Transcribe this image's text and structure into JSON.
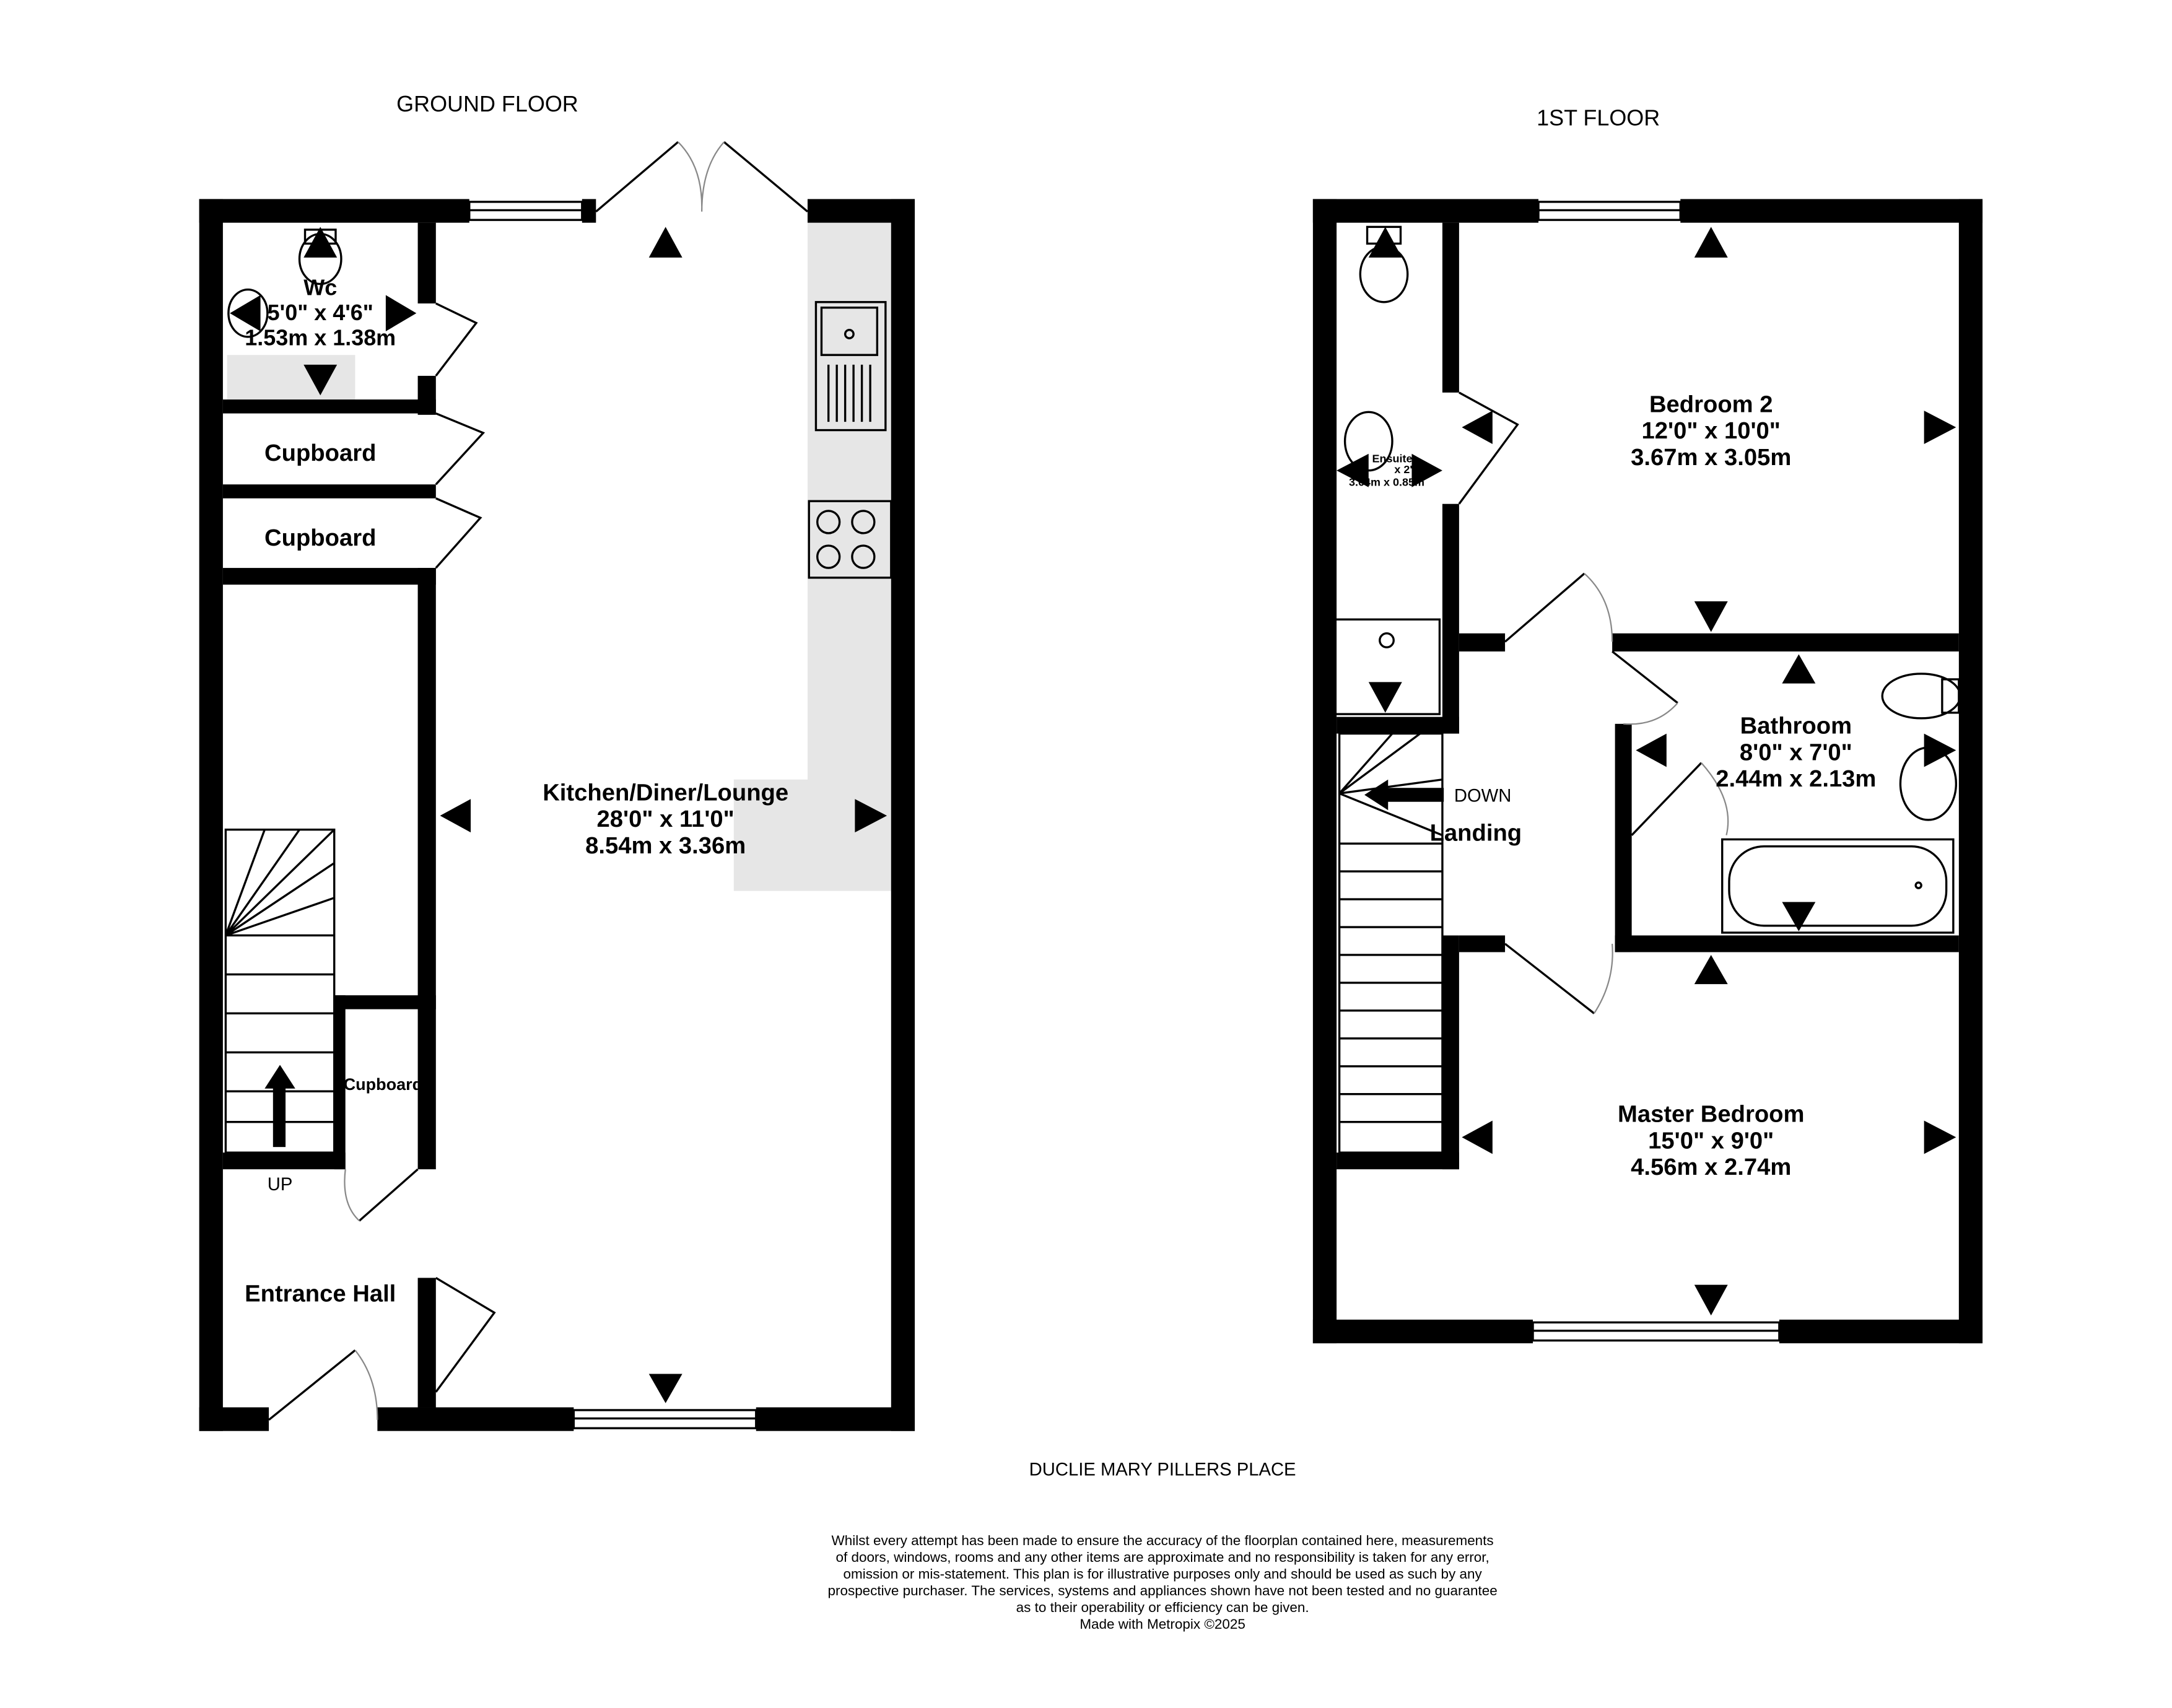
{
  "ground_floor": {
    "title": "GROUND FLOOR",
    "rooms": {
      "wc": {
        "name": "Wc",
        "imperial": "5'0\"  x 4'6\"",
        "metric": "1.53m  x 1.38m"
      },
      "cupboard1": {
        "name": "Cupboard"
      },
      "cupboard2": {
        "name": "Cupboard"
      },
      "cupboard3": {
        "name": "Cupboard"
      },
      "kitchen": {
        "name": "Kitchen/Diner/Lounge",
        "imperial": "28'0\"  x 11'0\"",
        "metric": "8.54m  x 3.36m"
      },
      "hall": {
        "name": "Entrance Hall"
      }
    },
    "stairs_label": "UP"
  },
  "first_floor": {
    "title": "1ST FLOOR",
    "rooms": {
      "ensuite": {
        "name": "Ensuite",
        "imperial": "x 2'",
        "metric": "3.64m  x 0.85m"
      },
      "bedroom2": {
        "name": "Bedroom 2",
        "imperial": "12'0\"  x 10'0\"",
        "metric": "3.67m  x 3.05m"
      },
      "bathroom": {
        "name": "Bathroom",
        "imperial": "8'0\"  x 7'0\"",
        "metric": "2.44m  x 2.13m"
      },
      "landing": {
        "name": "Landing"
      },
      "master": {
        "name": "Master Bedroom",
        "imperial": "15'0\"  x 9'0\"",
        "metric": "4.56m  x 2.74m"
      }
    },
    "stairs_label": "DOWN"
  },
  "address": "DUCLIE MARY PILLERS PLACE",
  "disclaimer": [
    "Whilst every attempt has been made to ensure the accuracy of the floorplan contained here, measurements",
    "of doors, windows, rooms and any other items are approximate and no responsibility is taken for any error,",
    "omission or mis-statement. This plan is for illustrative purposes only and should be used as such by any",
    "prospective purchaser. The services, systems and appliances shown have not been tested and no guarantee",
    "as to their operability or efficiency can be given.",
    "Made with Metropix ©2025"
  ],
  "colors": {
    "wall": "#000000",
    "worktop": "#e6e6e6"
  }
}
